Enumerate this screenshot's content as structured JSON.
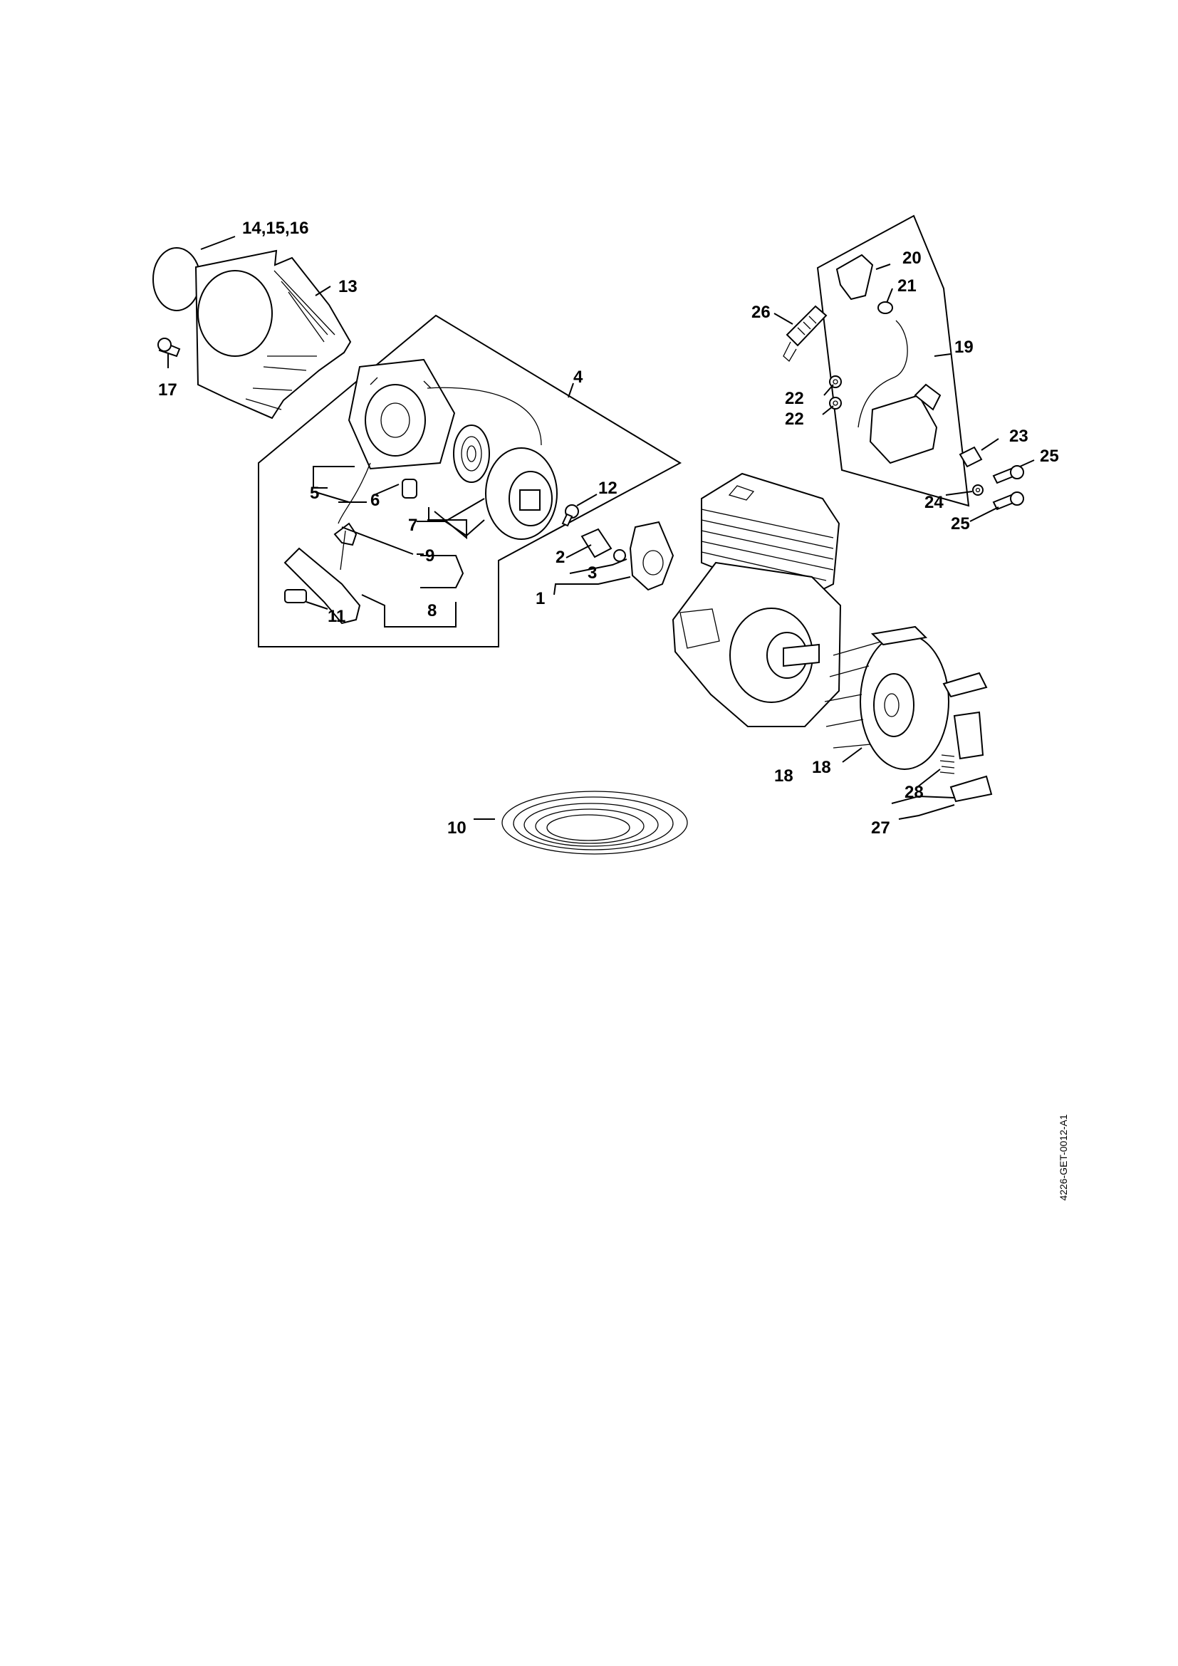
{
  "labels": {
    "l14_15_16": "14,15,16",
    "l13": "13",
    "l17": "17",
    "l4": "4",
    "l5": "5",
    "l6": "6",
    "l7": "7",
    "l12": "12",
    "l9": "9",
    "l8": "8",
    "l11": "11",
    "l2": "2",
    "l3": "3",
    "l1": "1",
    "l20": "20",
    "l21": "21",
    "l26": "26",
    "l19": "19",
    "l22a": "22",
    "l22b": "22",
    "l23": "23",
    "l25a": "25",
    "l24": "24",
    "l25b": "25",
    "l18a": "18",
    "l18b": "18",
    "l28": "28",
    "l27": "27",
    "l10": "10"
  },
  "doc_id": "4226-GET-0012-A1"
}
